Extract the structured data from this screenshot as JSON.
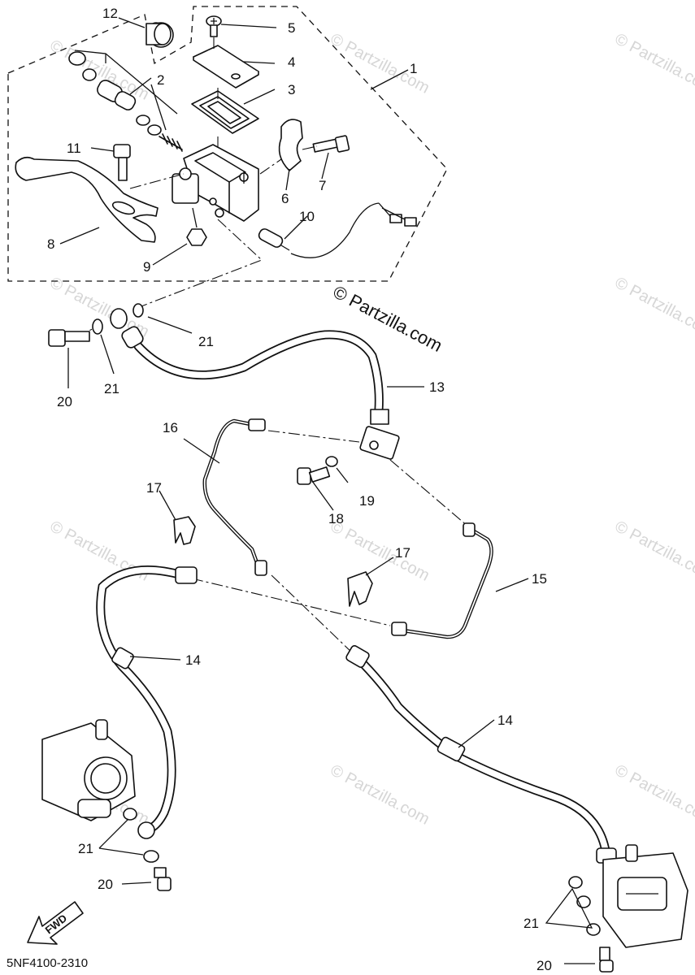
{
  "diagram": {
    "copyright": "© Partzilla.com",
    "watermark": "© Partzilla.com",
    "code": "5NF4100-2310",
    "fwd_label": "FWD",
    "callouts": [
      "1",
      "2",
      "3",
      "4",
      "5",
      "6",
      "7",
      "8",
      "9",
      "10",
      "11",
      "12",
      "13",
      "14",
      "14",
      "15",
      "16",
      "17",
      "17",
      "18",
      "19",
      "20",
      "20",
      "20",
      "21",
      "21",
      "21",
      "21"
    ]
  }
}
